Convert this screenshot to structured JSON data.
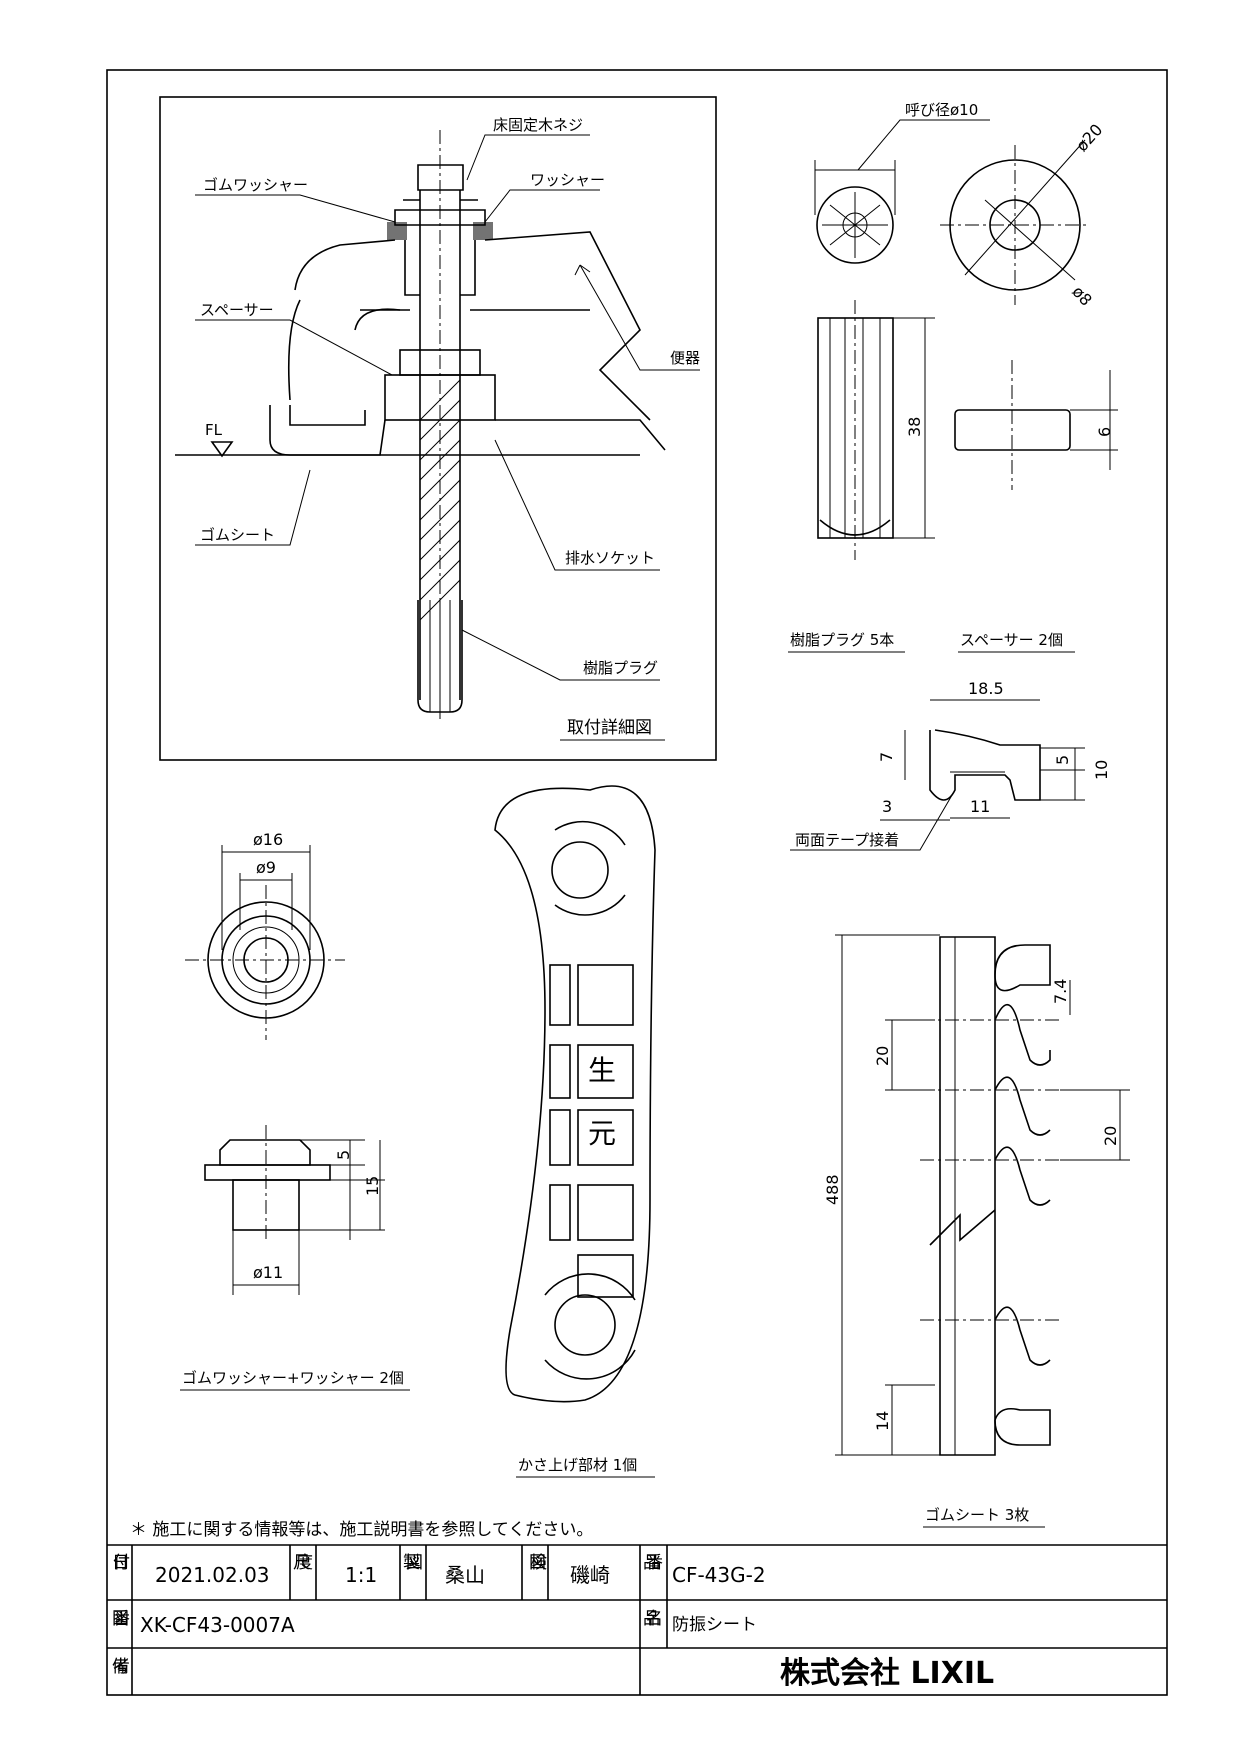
{
  "callouts": {
    "detail_title": "取付詳細図",
    "floor_screw": "床固定木ネジ",
    "rubber_washer": "ゴムワッシャー",
    "washer": "ワッシャー",
    "spacer": "スペーサー",
    "toilet": "便器",
    "fl": "FL",
    "rubber_sheet": "ゴムシート",
    "drain_socket": "排水ソケット",
    "resin_plug": "樹脂プラグ"
  },
  "parts": {
    "plug_caption": "樹脂プラグ 5本",
    "spacer_caption": "スペーサー 2個",
    "washer_caption": "ゴムワッシャー+ワッシャー 2個",
    "lift_caption": "かさ上げ部材 1個",
    "sheet_caption": "ゴムシート 3枚",
    "tape_note": "両面テープ接着",
    "lift_mark_top": "生",
    "lift_mark_bottom": "元"
  },
  "dimensions": {
    "nominal": "呼び径ø10",
    "d20": "ø20",
    "d8": "ø8",
    "len38": "38",
    "thk6": "6",
    "w185": "18.5",
    "h7": "7",
    "h5": "5",
    "h10": "10",
    "w3": "3",
    "w11": "11",
    "d16": "ø16",
    "d9": "ø9",
    "h5b": "5",
    "h15": "15",
    "d11": "ø11",
    "p74": "7.4",
    "p20a": "20",
    "p20b": "20",
    "l488": "488",
    "p14": "14"
  },
  "note": "＊ 施工に関する情報等は、施工説明書を参照してください。",
  "title_block": {
    "date_label": "日付",
    "date": "2021.02.03",
    "scale_label": "尺度",
    "scale": "1:1",
    "drawn_label": "製図",
    "drawn_by": "桑山",
    "checked_label": "検図",
    "checked_by": "磯崎",
    "part_no_label": "品番",
    "part_no": "CF-43G-2",
    "drawing_no_label": "図番",
    "drawing_no": "XK-CF43-0007A",
    "part_name_label": "品名",
    "part_name": "防振シート",
    "remarks_label": "備考",
    "company": "株式会社 LIXIL"
  }
}
